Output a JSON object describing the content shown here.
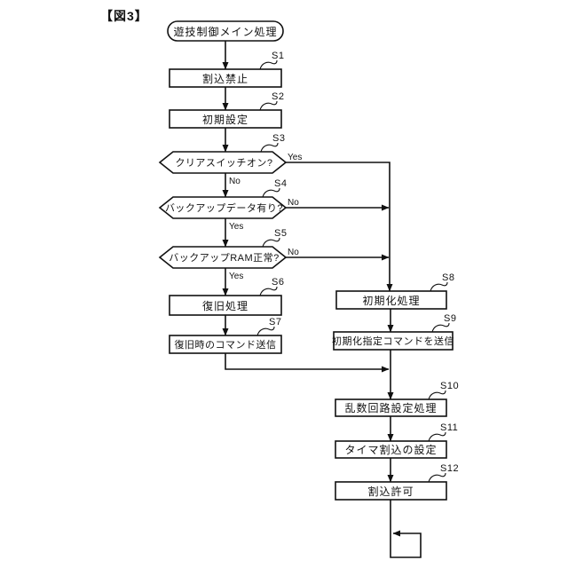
{
  "figure": {
    "title": "【図3】"
  },
  "nodes": {
    "start": {
      "label": "遊技制御メイン処理"
    },
    "s1": {
      "step": "S1",
      "label": "割込禁止"
    },
    "s2": {
      "step": "S2",
      "label": "初期設定"
    },
    "s3": {
      "step": "S3",
      "label": "クリアスイッチオン?",
      "yes": "Yes",
      "no": "No"
    },
    "s4": {
      "step": "S4",
      "label": "バックアップデータ有り?",
      "yes": "Yes",
      "no": "No"
    },
    "s5": {
      "step": "S5",
      "label": "バックアップRAM正常?",
      "yes": "Yes",
      "no": "No"
    },
    "s6": {
      "step": "S6",
      "label": "復旧処理"
    },
    "s7": {
      "step": "S7",
      "label": "復旧時のコマンド送信"
    },
    "s8": {
      "step": "S8",
      "label": "初期化処理"
    },
    "s9": {
      "step": "S9",
      "label": "初期化指定コマンドを送信"
    },
    "s10": {
      "step": "S10",
      "label": "乱数回路設定処理"
    },
    "s11": {
      "step": "S11",
      "label": "タイマ割込の設定"
    },
    "s12": {
      "step": "S12",
      "label": "割込許可"
    }
  },
  "colors": {
    "line": "#111111",
    "background": "#ffffff"
  }
}
